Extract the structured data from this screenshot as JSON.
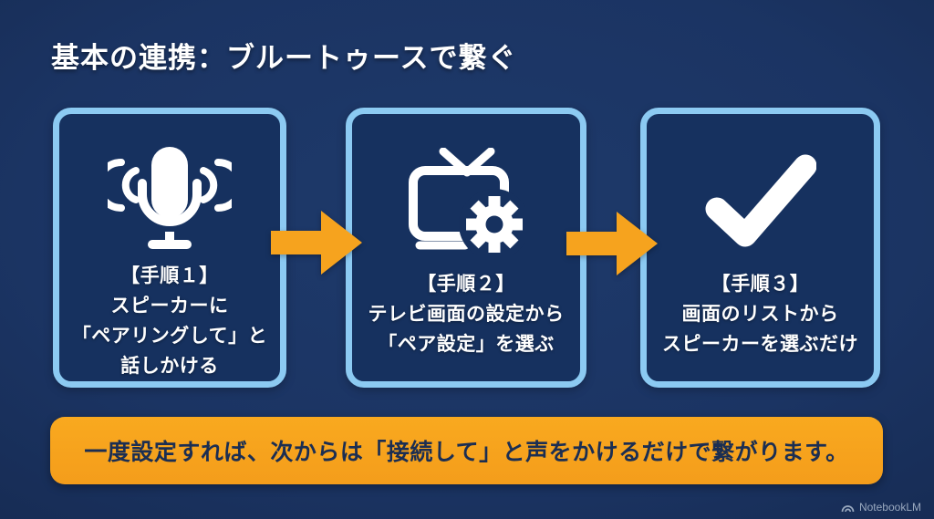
{
  "title": "基本の連携：ブルートゥースで繋ぐ",
  "steps": [
    {
      "icon": "microphone-icon",
      "label": "【手順１】",
      "lines": [
        "スピーカーに",
        "「ペアリングして」と",
        "話しかける"
      ]
    },
    {
      "icon": "tv-settings-icon",
      "label": "【手順２】",
      "lines": [
        "テレビ画面の設定から",
        "「ペア設定」を選ぶ"
      ]
    },
    {
      "icon": "checkmark-icon",
      "label": "【手順３】",
      "lines": [
        "画面のリストから",
        "スピーカーを選ぶだけ"
      ]
    }
  ],
  "arrows": {
    "icon": "arrow-right-icon",
    "color": "#F6A31E"
  },
  "banner": {
    "text": "一度設定すれば、次からは「接続して」と声をかけるだけで繋がります。"
  },
  "watermark": {
    "icon": "notebooklm-logo-icon",
    "text": "NotebookLM"
  },
  "colors": {
    "background": "#1B3463",
    "card_fill": "#16315F",
    "card_border": "#8CCAF2",
    "accent_orange": "#F6A31E",
    "banner_text_navy": "#1B2E52",
    "text_white": "#FFFFFF"
  }
}
